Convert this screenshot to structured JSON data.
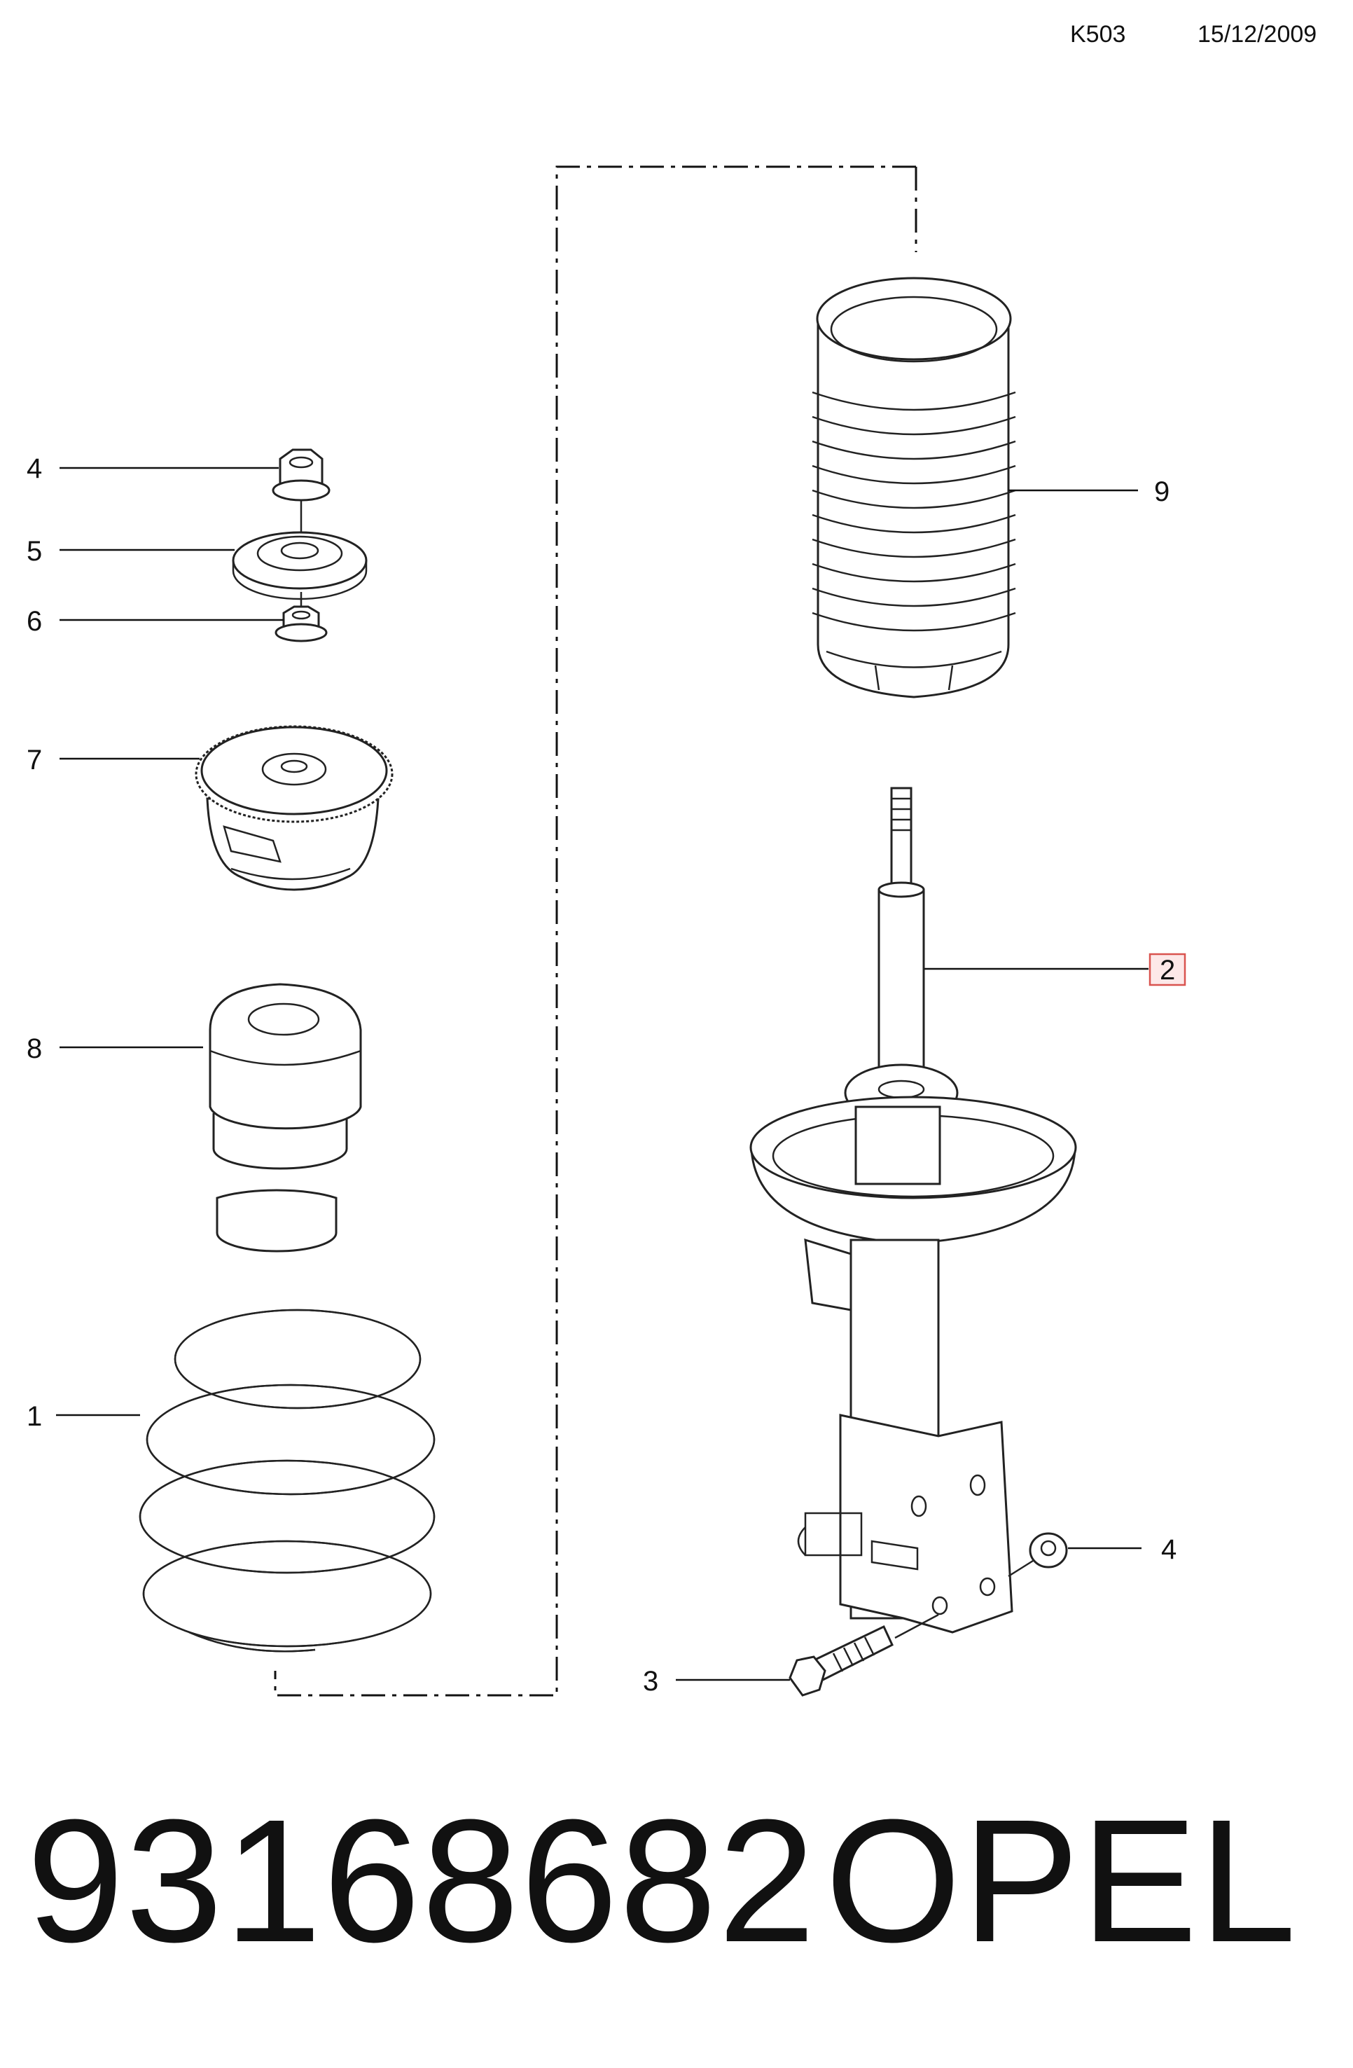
{
  "header": {
    "code": "K503",
    "date": "15/12/2009"
  },
  "footer": {
    "part_number": "93168682",
    "brand": "OPEL"
  },
  "callouts": [
    {
      "id": "4a",
      "label": "4"
    },
    {
      "id": "5",
      "label": "5"
    },
    {
      "id": "6",
      "label": "6"
    },
    {
      "id": "7",
      "label": "7"
    },
    {
      "id": "8",
      "label": "8"
    },
    {
      "id": "1",
      "label": "1"
    },
    {
      "id": "9",
      "label": "9"
    },
    {
      "id": "2",
      "label": "2",
      "highlighted": true
    },
    {
      "id": "4b",
      "label": "4"
    },
    {
      "id": "3",
      "label": "3"
    }
  ],
  "colors": {
    "line": "#222222",
    "highlight_border": "#d9534f",
    "highlight_fill": "#fde8e8"
  }
}
